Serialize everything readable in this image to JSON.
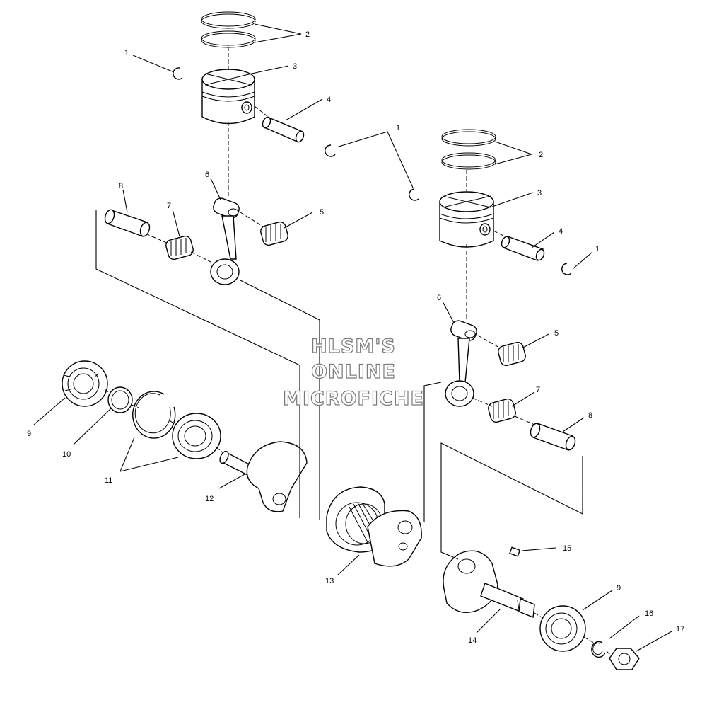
{
  "watermark": {
    "line1": "HLSM'S",
    "line2": "ONLINE",
    "line3": "MICROFICHE"
  },
  "callouts": [
    {
      "id": "c1a",
      "label": "1"
    },
    {
      "id": "c2a",
      "label": "2"
    },
    {
      "id": "c3a",
      "label": "3"
    },
    {
      "id": "c4a",
      "label": "4"
    },
    {
      "id": "c1b",
      "label": "1"
    },
    {
      "id": "c6a",
      "label": "6"
    },
    {
      "id": "c8a",
      "label": "8"
    },
    {
      "id": "c7a",
      "label": "7"
    },
    {
      "id": "c5a",
      "label": "5"
    },
    {
      "id": "c2b",
      "label": "2"
    },
    {
      "id": "c3b",
      "label": "3"
    },
    {
      "id": "c4b",
      "label": "4"
    },
    {
      "id": "c1c",
      "label": "1"
    },
    {
      "id": "c6b",
      "label": "6"
    },
    {
      "id": "c5b",
      "label": "5"
    },
    {
      "id": "c7b",
      "label": "7"
    },
    {
      "id": "c8b",
      "label": "8"
    },
    {
      "id": "c9a",
      "label": "9"
    },
    {
      "id": "c10",
      "label": "10"
    },
    {
      "id": "c11",
      "label": "11"
    },
    {
      "id": "c12",
      "label": "12"
    },
    {
      "id": "c13",
      "label": "13"
    },
    {
      "id": "c15",
      "label": "15"
    },
    {
      "id": "c9b",
      "label": "9"
    },
    {
      "id": "c14",
      "label": "14"
    },
    {
      "id": "c16",
      "label": "16"
    },
    {
      "id": "c17",
      "label": "17"
    }
  ]
}
